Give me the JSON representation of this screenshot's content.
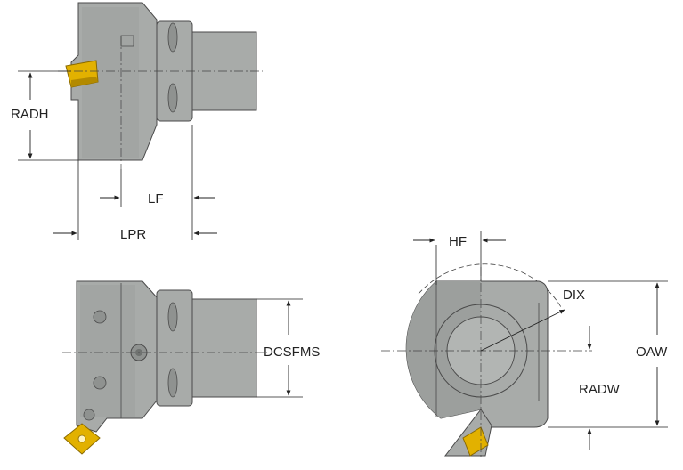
{
  "dimensions": {
    "radh": "RADH",
    "lf": "LF",
    "lpr": "LPR",
    "dcsfms": "DCSFMS",
    "hf": "HF",
    "dix": "DIX",
    "oaw": "OAW",
    "radw": "RADW"
  },
  "colors": {
    "body": "#a8aba9",
    "body_dark": "#8f9290",
    "insert": "#e2b100",
    "insert_dark": "#b38a00",
    "outline": "#4a4a4a",
    "dim": "#222222"
  }
}
